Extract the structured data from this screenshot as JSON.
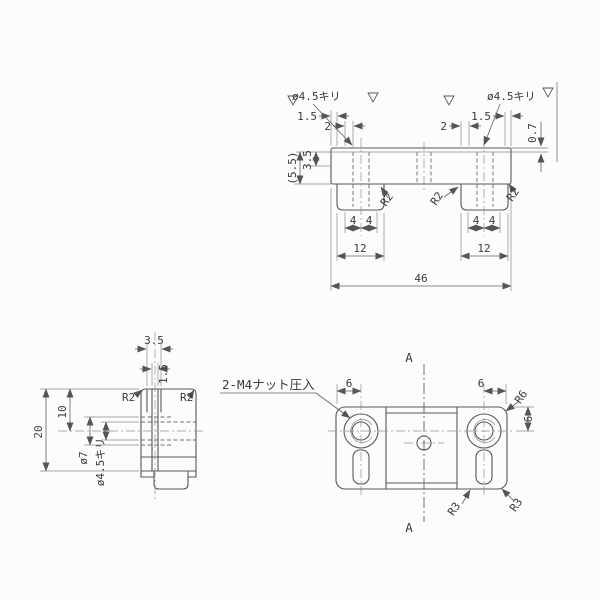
{
  "colors": {
    "line": "#575757",
    "dim": "#606060",
    "text": "#3a3a3a",
    "background": "#fcfcfb"
  },
  "front_view": {
    "drill_note_left": "ø4.5キリ",
    "drill_note_right": "ø4.5キリ",
    "dim_1_5_left": "1.5",
    "dim_2_left": "2",
    "dim_2_right": "2",
    "dim_1_5_right": "1.5",
    "dim_3_5": "3.5",
    "dim_5_5_ref": "(5.5)",
    "dim_0_7": "0.7",
    "dim_4_left_a": "4",
    "dim_4_left_b": "4",
    "dim_4_right_a": "4",
    "dim_4_right_b": "4",
    "dim_12_left": "12",
    "dim_12_right": "12",
    "dim_46": "46",
    "fillet_left": "R2",
    "fillet_mid": "R2",
    "fillet_right": "R2"
  },
  "side_view": {
    "dim_3_5": "3.5",
    "dim_1_5": "1.5",
    "fillet_left": "R2",
    "fillet_right": "R2",
    "dim_20": "20",
    "dim_10": "10",
    "dim_dia7": "ø7",
    "dim_dia45": "ø4.5キリ"
  },
  "plan_view": {
    "nut_note": "2-M4ナット圧入",
    "section_a_top": "A",
    "section_a_bottom": "A",
    "dim_6_left": "6",
    "dim_6_right": "6",
    "dim_6_side": "6",
    "fillet_r6": "R6",
    "fillet_r3_left": "R3",
    "fillet_r3_right": "R3"
  }
}
